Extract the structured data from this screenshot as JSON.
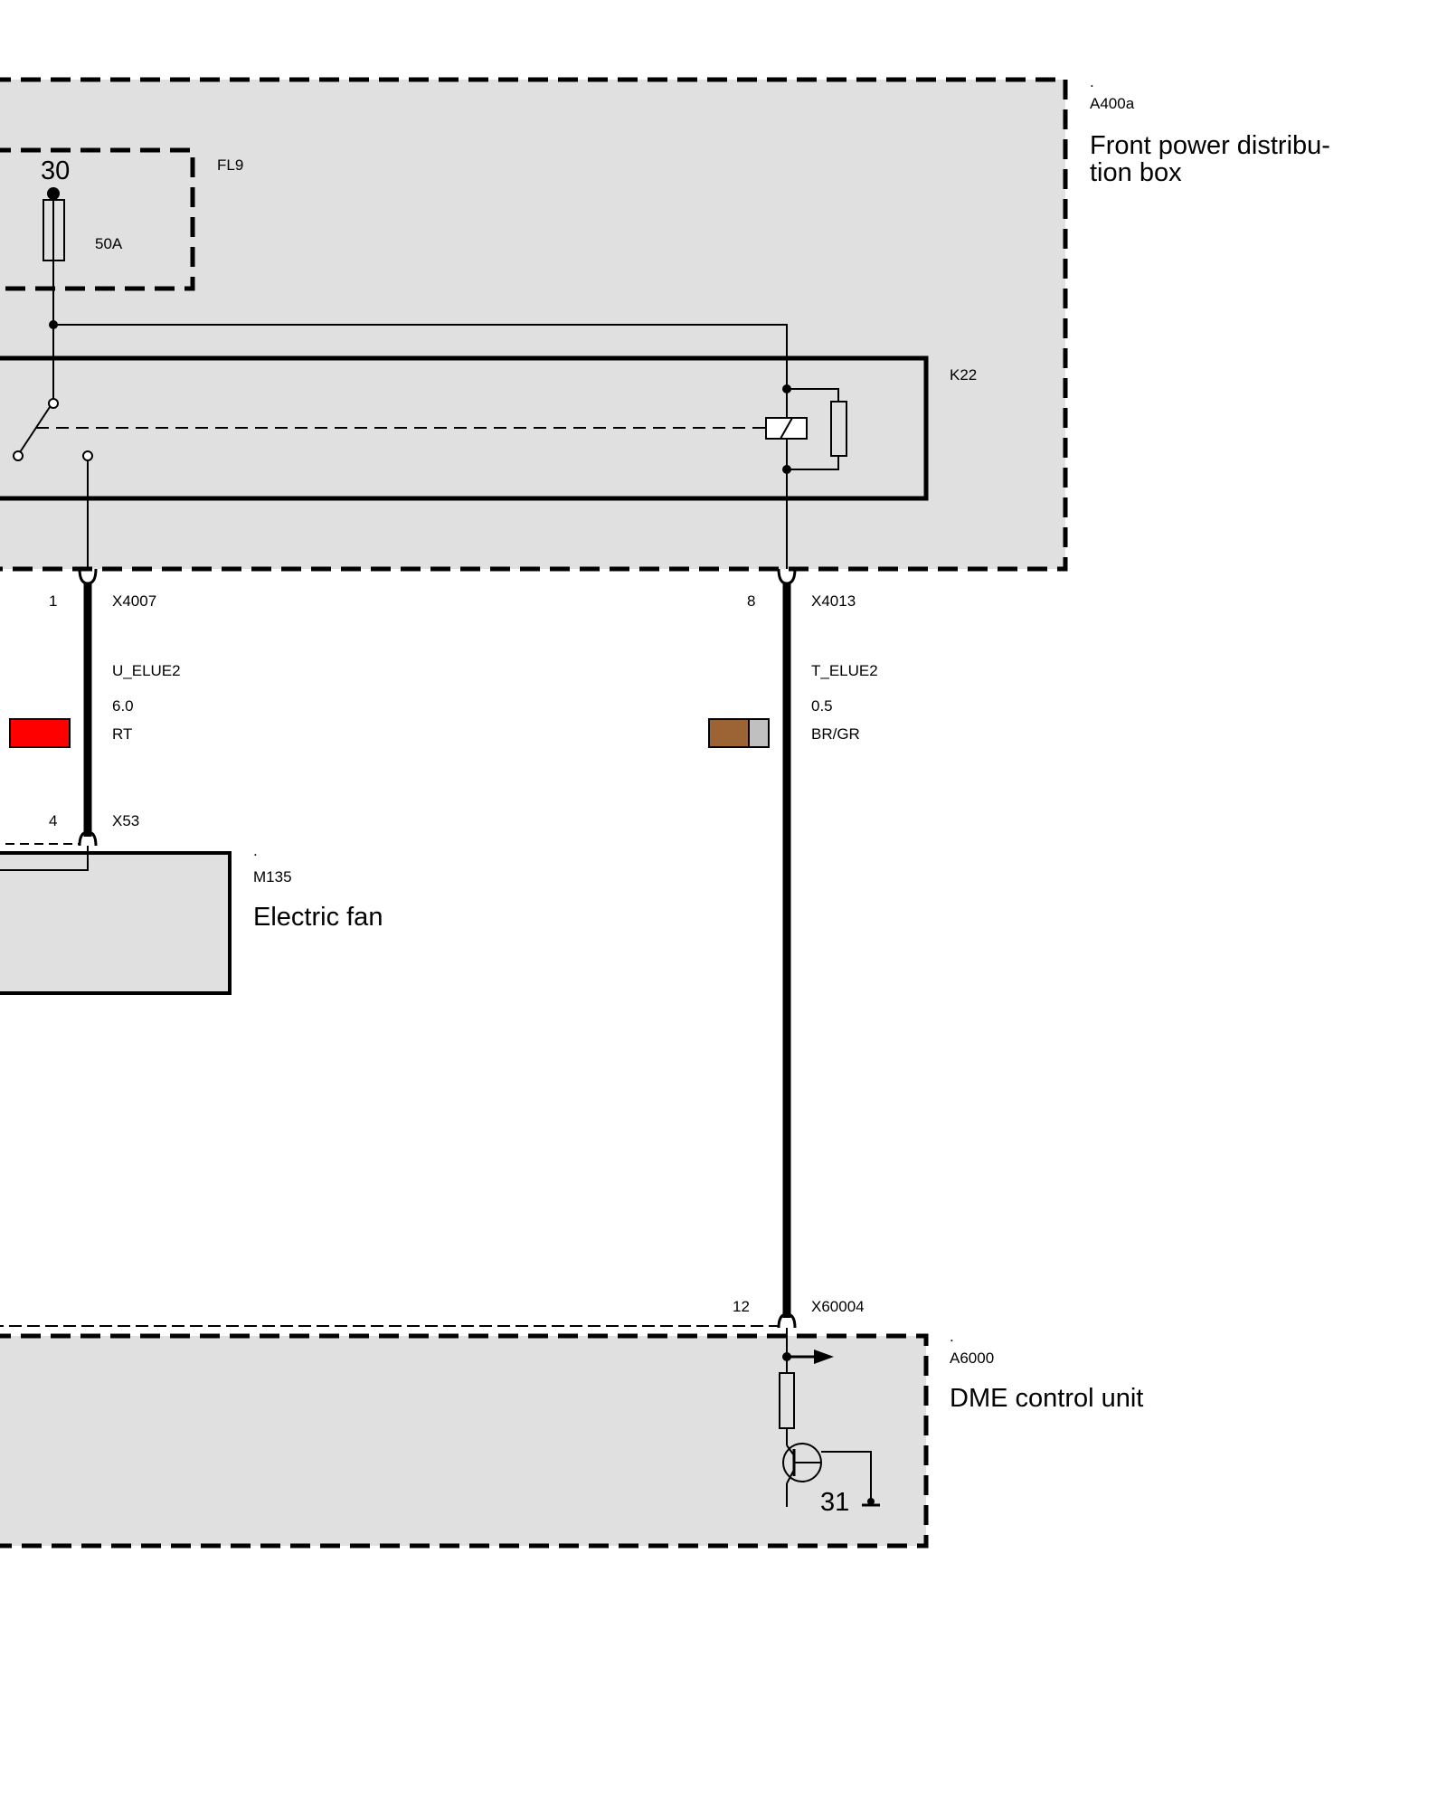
{
  "colors": {
    "box_fill": "#e0e0e0",
    "red_wire": "#ff0000",
    "brown_wire": "#9c6434",
    "gray_wire": "#c0c0c0"
  },
  "a400a": {
    "dot": ".",
    "code": "A400a",
    "title_line1": "Front power distribu-",
    "title_line2": "tion box"
  },
  "fl9": {
    "code": "FL9",
    "terminal": "30",
    "rating": "50A"
  },
  "k22": {
    "code": "K22"
  },
  "wire_left": {
    "pin_top": "1",
    "connector_top": "X4007",
    "signal": "U_ELUE2",
    "gauge": "6.0",
    "color": "RT",
    "pin_bottom": "4",
    "connector_bottom": "X53"
  },
  "wire_right": {
    "pin_top": "8",
    "connector_top": "X4013",
    "signal": "T_ELUE2",
    "gauge": "0.5",
    "color": "BR/GR",
    "pin_bottom": "12",
    "connector_bottom": "X60004"
  },
  "m135": {
    "dot": ".",
    "code": "M135",
    "title": "Electric fan"
  },
  "a6000": {
    "dot": ".",
    "code": "A6000",
    "title": "DME control unit",
    "ground_terminal": "31"
  }
}
